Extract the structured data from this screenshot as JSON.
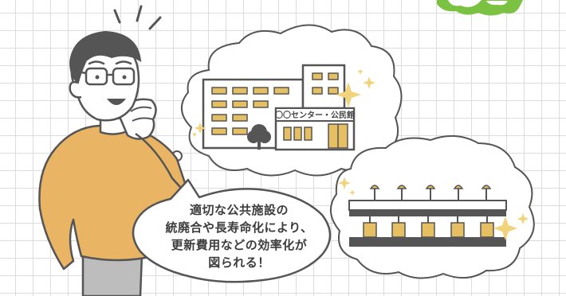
{
  "scene": {
    "building_sign": "〇〇センター・公民館",
    "speech_lines": [
      "適切な公共施設の",
      "統廃合や長寿命化により、",
      "更新費用などの効率化が",
      "図られる！"
    ]
  },
  "colors": {
    "grid": "#dcdcdc",
    "ink": "#555555",
    "window_gold": "#e7bf63",
    "sweater": "#e9b564",
    "sparkle": "#f0d37a",
    "corner_badge": "#7cc242"
  }
}
